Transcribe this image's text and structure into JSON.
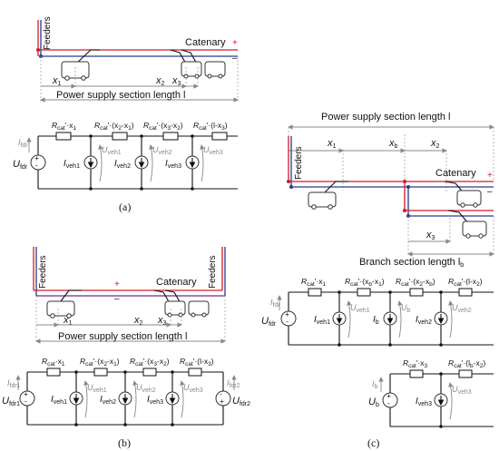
{
  "a": {
    "feeders": "Feeders",
    "catenary": "Catenary",
    "plus": "+",
    "minus": "–",
    "x1": "x",
    "x1s": "1",
    "x2": "x",
    "x2s": "2",
    "x3": "x",
    "x3s": "3",
    "section_length": "Power supply section length l",
    "r1": "R",
    "r1s": "cat",
    "r1t": "'·x",
    "r1n": "1",
    "r2": "R",
    "r2s": "cat",
    "r2t": "'·(x",
    "r2a": "2",
    "r2m": "-x",
    "r2b": "1",
    "r2e": ")",
    "r3": "R",
    "r3s": "cat",
    "r3t": "'·(x",
    "r3a": "3",
    "r3m": "-x",
    "r3b": "2",
    "r3e": ")",
    "r4": "R",
    "r4s": "cat",
    "r4t": "'·(l-x",
    "r4b": "3",
    "r4e": ")",
    "ifdr": "I",
    "ifdrs": "fdr",
    "ufdr": "U",
    "ufdrs": "fdr",
    "iv1": "I",
    "iv1s": "veh1",
    "uv1": "U",
    "uv1s": "veh1",
    "iv2": "I",
    "iv2s": "veh2",
    "uv2": "U",
    "uv2s": "veh2",
    "iv3": "I",
    "iv3s": "veh3",
    "uv3": "U",
    "uv3s": "veh3",
    "label": "(a)"
  },
  "b": {
    "feeders_left": "Feeders",
    "feeders_right": "Feeders",
    "catenary": "Catenary",
    "plus": "+",
    "minus": "–",
    "x1": "x",
    "x1s": "1",
    "x2": "x",
    "x2s": "2",
    "x3": "x",
    "x3s": "3",
    "section_length": "Power supply section length l",
    "r1": "R",
    "r1s": "cat",
    "r1t": "·x",
    "r1n": "1",
    "r2": "R",
    "r2s": "cat",
    "r2t": "'·(x",
    "r2a": "2",
    "r2m": "-x",
    "r2b": "1",
    "r2e": ")",
    "r3": "R",
    "r3s": "cat",
    "r3t": "'·(x",
    "r3a": "3",
    "r3m": "-x",
    "r3b": "2",
    "r3e": ")",
    "r4": "R",
    "r4s": "cat",
    "r4t": "'·(l-x",
    "r4b": "3",
    "r4e": ")",
    "ifdr1": "I",
    "ifdr1s": "fdr1",
    "ufdr1": "U",
    "ufdr1s": "fdr1",
    "ifdr2": "I",
    "ifdr2s": "fdr2",
    "ufdr2": "U",
    "ufdr2s": "fdr2",
    "iv1": "I",
    "iv1s": "veh1",
    "uv1": "U",
    "uv1s": "veh1",
    "iv2": "I",
    "iv2s": "veh2",
    "uv2": "U",
    "uv2s": "veh2",
    "iv3": "I",
    "iv3s": "veh3",
    "uv3": "U",
    "uv3s": "veh3",
    "label": "(b)"
  },
  "c": {
    "feeders": "Feeders",
    "catenary": "Catenary",
    "plus": "+",
    "minus": "–",
    "section_length": "Power supply section length l",
    "x1": "x",
    "x1s": "1",
    "xb": "x",
    "xbs": "b",
    "x2": "x",
    "x2s": "2",
    "x3": "x",
    "x3s": "3",
    "branch_length": "Branch section length l",
    "branch_sub": "b",
    "r1": "R",
    "r1s": "cat",
    "r1t": "'·x",
    "r1n": "1",
    "r2": "R",
    "r2s": "cat",
    "r2t": "'·(x",
    "r2a": "b",
    "r2m": "-x",
    "r2b": "1",
    "r2e": ")",
    "r3": "R",
    "r3s": "cat",
    "r3t": "'·(x",
    "r3a": "2",
    "r3m": "-x",
    "r3b": "b",
    "r3e": ")",
    "r4": "R",
    "r4s": "cat",
    "r4t": "'·(l-x",
    "r4b": "2",
    "r4e": ")",
    "r5": "R",
    "r5s": "cat",
    "r5t": "'·x",
    "r5n": "3",
    "r6": "R",
    "r6s": "cat",
    "r6t": "'·(l",
    "r6a": "b",
    "r6m": "-x",
    "r6b": "2",
    "r6e": ")",
    "ifdr": "I",
    "ifdrs": "fdr",
    "ufdr": "U",
    "ufdrs": "fdr",
    "iv1": "I",
    "iv1s": "veh1",
    "uv1": "U",
    "uv1s": "veh1",
    "ib": "I",
    "ibs": "b",
    "ub": "U",
    "ubs": "b",
    "iv2": "I",
    "iv2s": "veh2",
    "uv2": "U",
    "uv2s": "veh2",
    "ib2": "I",
    "ib2s": "b",
    "ub2": "U",
    "ub2s": "b",
    "iv3": "I",
    "iv3s": "veh3",
    "uv3": "U",
    "uv3s": "veh3",
    "label": "(c)"
  }
}
